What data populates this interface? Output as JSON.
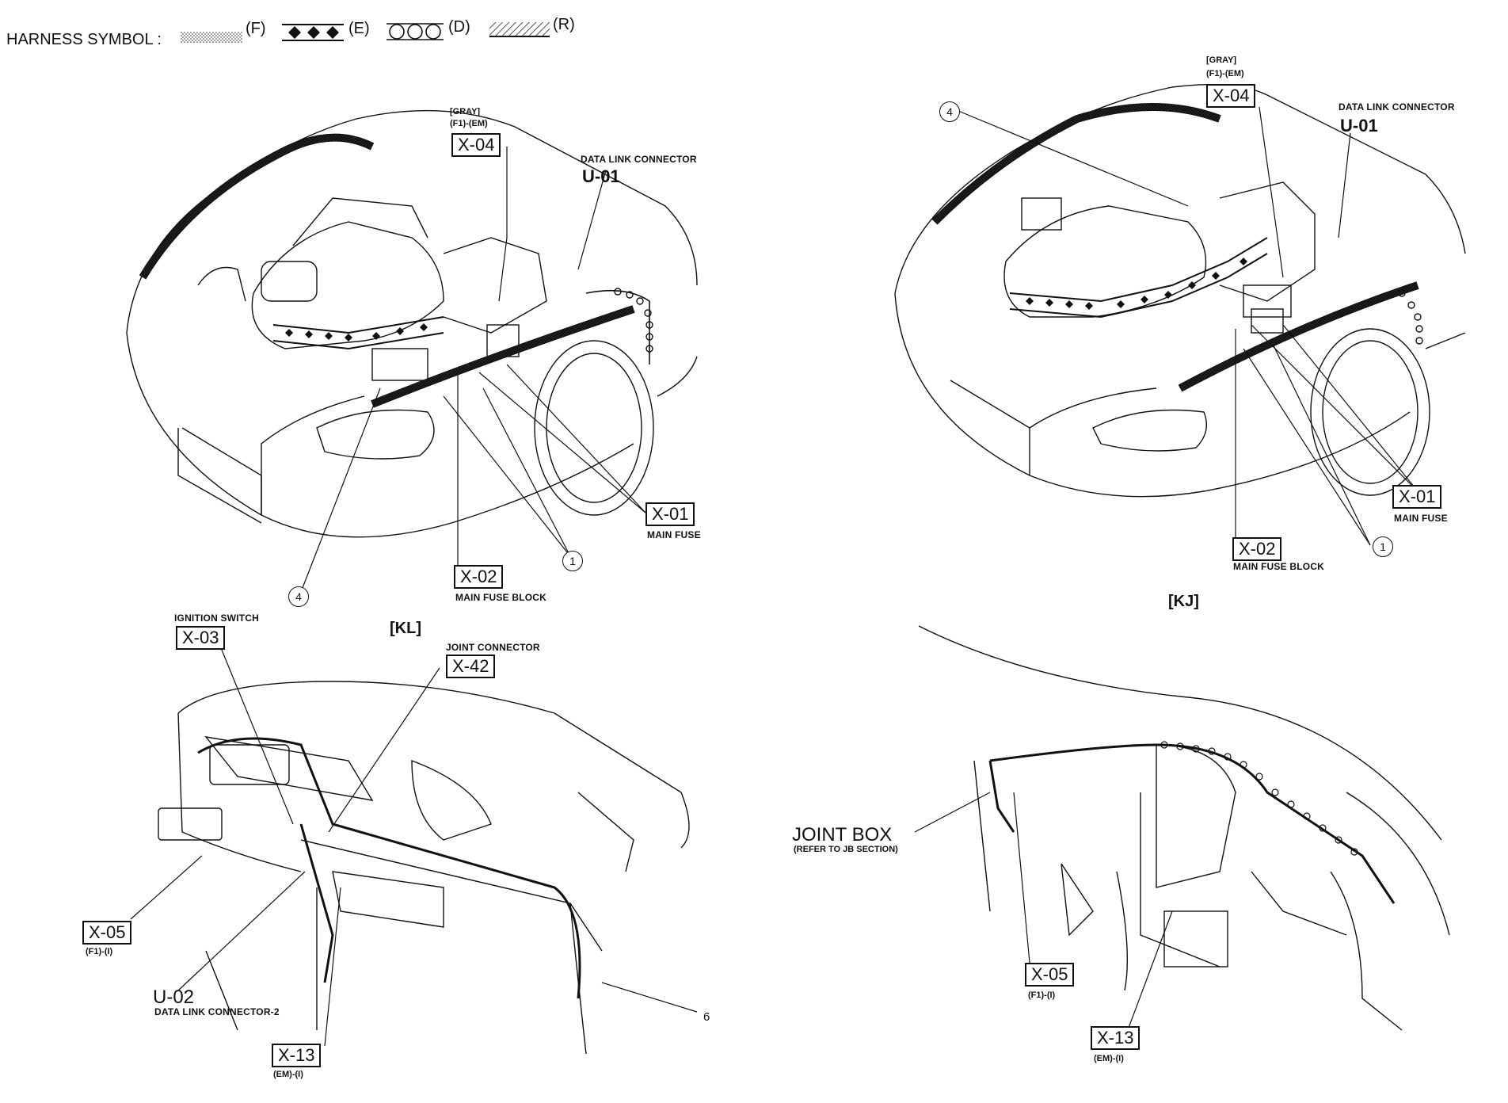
{
  "legend": {
    "title": "HARNESS SYMBOL :",
    "items": [
      {
        "code": "(F)",
        "style": "dotted"
      },
      {
        "code": "(E)",
        "style": "diamond"
      },
      {
        "code": "(D)",
        "style": "circles"
      },
      {
        "code": "(R)",
        "style": "hatched"
      }
    ]
  },
  "kl_engine": {
    "section": "[KL]",
    "x04": {
      "id": "X-04",
      "color_note": "[GRAY]",
      "spec": "(F1)-(EM)"
    },
    "u01": {
      "id": "U-01",
      "desc": "DATA LINK CONNECTOR"
    },
    "x01": {
      "id": "X-01",
      "desc": "MAIN FUSE"
    },
    "x02": {
      "id": "X-02",
      "desc": "MAIN FUSE BLOCK"
    },
    "callout_1": "1",
    "callout_4": "4"
  },
  "kj_engine": {
    "section": "[KJ]",
    "x04": {
      "id": "X-04",
      "color_note": "[GRAY]",
      "spec": "(F1)-(EM)"
    },
    "u01": {
      "id": "U-01",
      "desc": "DATA LINK CONNECTOR"
    },
    "x01": {
      "id": "X-01",
      "desc": "MAIN FUSE"
    },
    "x02": {
      "id": "X-02",
      "desc": "MAIN FUSE BLOCK"
    },
    "callout_1": "1",
    "callout_4": "4"
  },
  "kl_dash": {
    "x03": {
      "id": "X-03",
      "desc": "IGNITION SWITCH"
    },
    "x42": {
      "id": "X-42",
      "desc": "JOINT CONNECTOR"
    },
    "x05": {
      "id": "X-05",
      "spec": "(F1)-(I)"
    },
    "u02": {
      "id": "U-02",
      "desc": "DATA LINK CONNECTOR-2"
    },
    "x13": {
      "id": "X-13",
      "spec": "(EM)-(I)"
    },
    "callout_6": "6"
  },
  "kj_dash": {
    "joint_box": {
      "label": "JOINT BOX",
      "note": "(REFER TO JB SECTION)"
    },
    "x05": {
      "id": "X-05",
      "spec": "(F1)-(I)"
    },
    "x13": {
      "id": "X-13",
      "spec": "(EM)-(I)"
    }
  }
}
